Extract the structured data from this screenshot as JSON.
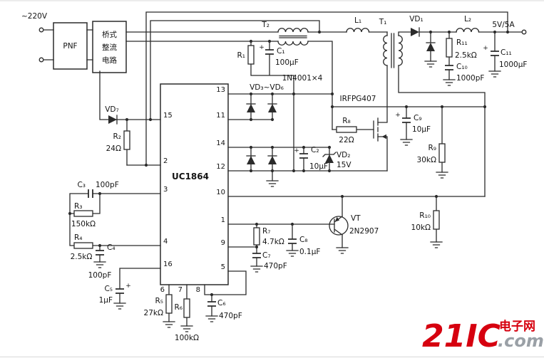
{
  "labels": {
    "ac": "~220V",
    "pnf": "PNF",
    "bridge1": "桥式",
    "bridge2": "整流",
    "bridge3": "电路",
    "t2": "T₂",
    "l1": "L₁",
    "t1": "T₁",
    "vd1": "VD₁",
    "l2": "L₂",
    "out": "5V/5A",
    "r1": "R₁",
    "c1": "C₁",
    "c1v": "100μF",
    "bridge_ref": "VD₃~VD₆",
    "bridge_part": "1N4001×4",
    "mos": "IRFPG407",
    "r11": "R₁₁",
    "r11v": "2.5kΩ",
    "c10": "C₁₀",
    "c10v": "1000pF",
    "c11": "C₁₁",
    "c11v": "1000μF",
    "vd7": "VD₇",
    "r2": "R₂",
    "r2v": "24Ω",
    "r8": "R₈",
    "r8v": "22Ω",
    "c9": "C₉",
    "c9v": "10μF",
    "r9": "R₉",
    "r9v": "30kΩ",
    "ic": "UC1864",
    "c2": "C₂",
    "c2v": "10μF",
    "vd2": "VD₂",
    "vd2v": "15V",
    "c3": "C₃",
    "c3v": "100pF",
    "r3": "R₃",
    "r3v": "150kΩ",
    "r4": "R₄",
    "r4v": "2.5kΩ",
    "c4": "C₄",
    "c4v": "100pF",
    "c5": "C₅",
    "c5v": "1μF",
    "r5": "R₅",
    "r5v": "27kΩ",
    "r6": "R₆",
    "r6v": "100kΩ",
    "c6": "C₆",
    "c6v": "470pF",
    "r7": "R₇",
    "r7v": "4.7kΩ",
    "c7": "C₇",
    "c7v": "470pF",
    "c8": "C₈",
    "c8v": "0.1μF",
    "vt": "VT",
    "vtv": "2N2907",
    "r10": "R₁₀",
    "r10v": "10kΩ",
    "plus": "+"
  },
  "pins": {
    "p1": "1",
    "p2": "2",
    "p3": "3",
    "p4": "4",
    "p5": "5",
    "p6": "6",
    "p7": "7",
    "p8": "8",
    "p9": "9",
    "p10": "10",
    "p11": "11",
    "p12": "12",
    "p13": "13",
    "p14": "14",
    "p15": "15",
    "p16": "16"
  },
  "watermark": {
    "brand": "21IC",
    "site": "电子网",
    "domain": ".com"
  },
  "colors": {
    "wire": "#2b2b2b",
    "brand_red": "#d6000f",
    "muted": "#9aa0a6"
  }
}
